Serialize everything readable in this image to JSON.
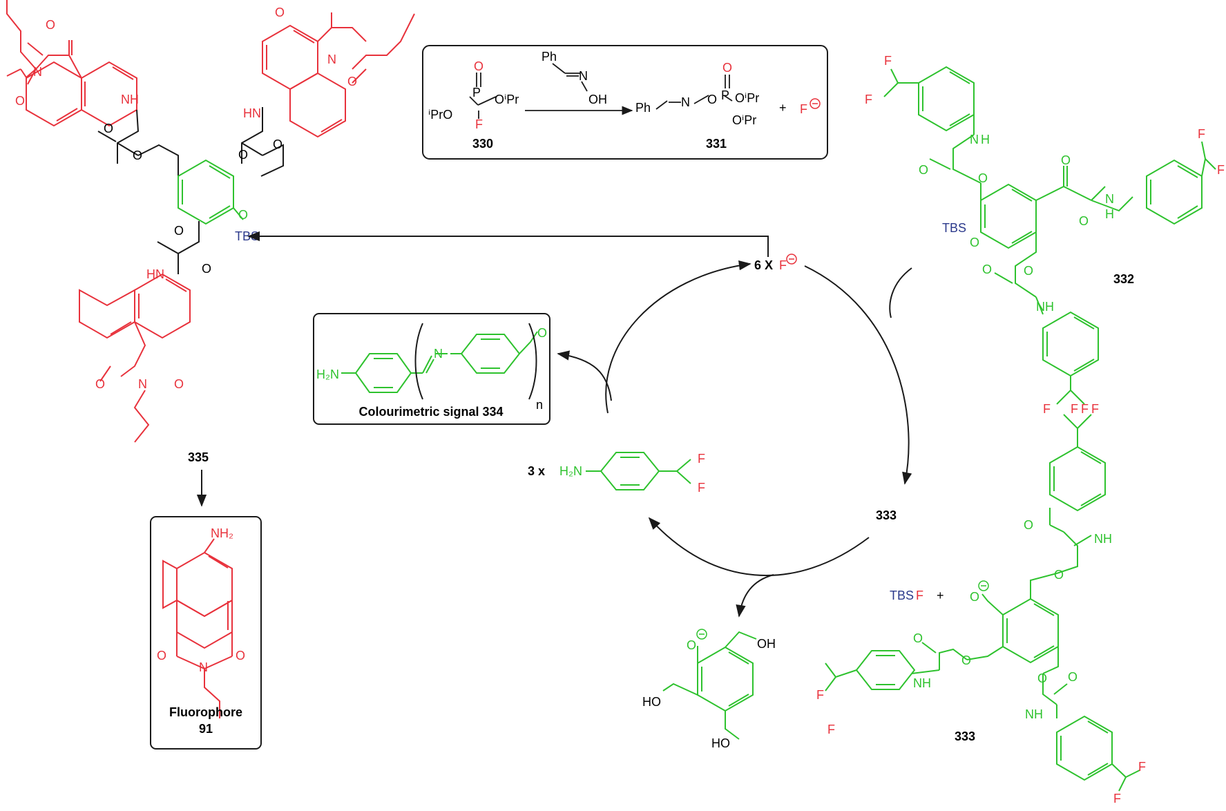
{
  "colors": {
    "naphthalimide": "#e8323c",
    "aryl": "#2ec22e",
    "silyl": "#2c3a8c",
    "line": "#1a1a1a"
  },
  "inset_top": {
    "reagent_ph": "Ph",
    "reagent_n": "N",
    "reagent_oh": "OH",
    "r330_o": "O",
    "r330_p": "P",
    "r330_oipr_right": "OⁱPr",
    "r330_ipro_left": "ⁱPrO",
    "r330_f": "F",
    "label_330": "330",
    "p331_ph": "Ph",
    "p331_n": "N",
    "p331_o": "O",
    "p331_p": "P",
    "p331_o_top": "O",
    "p331_oipr1": "OⁱPr",
    "p331_oipr2": "OⁱPr",
    "label_331": "331",
    "plus": "+",
    "fluoride": "F"
  },
  "compound_335": {
    "label": "335",
    "tbs": "TBS",
    "o_link": "O",
    "nh": "NH",
    "hn": "HN",
    "o": "O",
    "n": "N"
  },
  "compound_332": {
    "label": "332",
    "tbs": "TBS",
    "o_link": "O",
    "nh": "NH",
    "h": "H",
    "n": "N",
    "o": "O",
    "f": "F"
  },
  "cycle": {
    "fluoride_count": "6 X",
    "fluoride": "F",
    "label_333": "333",
    "aniline_count": "3 x",
    "aniline_h2n": "H₂N",
    "f": "F"
  },
  "signal_box": {
    "h2n": "H₂N",
    "n": "N",
    "o": "O",
    "subscript_n": "n",
    "caption": "Colourimetric signal 334"
  },
  "fluorophore_box": {
    "nh2": "NH₂",
    "n": "N",
    "o": "O",
    "caption_line1": "Fluorophore",
    "caption_line2": "91"
  },
  "compound_333": {
    "label": "333",
    "tbsf_tbs": "TBS",
    "tbsf_f": "F",
    "plus": "+",
    "o": "O",
    "nh": "NH",
    "f": "F"
  },
  "phenoxide": {
    "o": "O",
    "oh_right": "OH",
    "ho_left": "HO",
    "ho_bottom": "HO"
  }
}
